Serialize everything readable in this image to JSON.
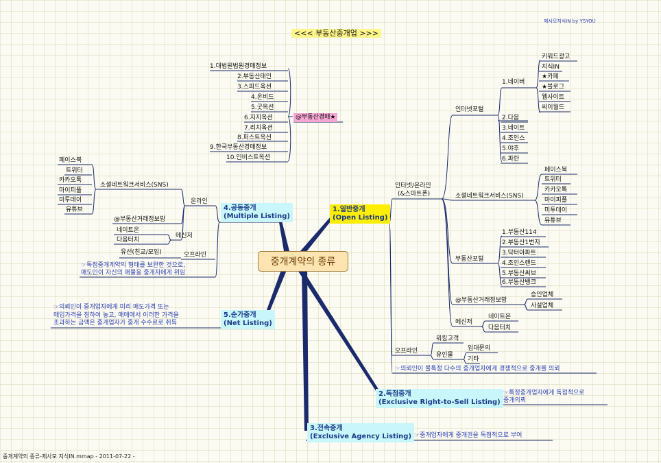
{
  "title": "<<< 부동산중개업 >>>",
  "credit": "제사모지식IN by YSYOU",
  "footer": "중개계약의 종류-제사모 지식IN.mmap - 2011-07-22 -",
  "center": "중개계약의 종류",
  "auction": {
    "hub": "@부동산경매★",
    "items": [
      "1.대법원법원경매정보",
      "2.부동산태인",
      "3.스피드옥션",
      "4.온비드",
      "5.굿옥션",
      "6.지지옥션",
      "7.리치옥션",
      "8.퍼스트옥션",
      "9.한국부동산경매정보",
      "10.인비스트옥션"
    ]
  },
  "open": {
    "label1": "1.일반중개",
    "label2": "(Open Listing)",
    "online": "인터넷/온라인",
    "online_sub": "(&스마트폰)",
    "portal": "인터넷포털",
    "naver": "1.네이버",
    "naver_items": [
      "키워드광고",
      "지식IN",
      "★카페",
      "★블로그",
      "웹사이트",
      "싸이월드"
    ],
    "portal_items": [
      "2.다음",
      "3.네이트",
      "4.조인스",
      "5.야후",
      "6.파란"
    ],
    "sns": "소셜네트워크서비스(SNS)",
    "sns_items": [
      "페이스북",
      "트위터",
      "카카오톡",
      "마이피플",
      "미투데이",
      "유튜브"
    ],
    "realty": "부동산포털",
    "realty_items": [
      "1.부동산114",
      "2.부동산1번지",
      "3.닥터아파트",
      "4.조인스랜드",
      "5.부동산써브",
      "6.부동산뱅크"
    ],
    "network": "@부동산거래정보망",
    "network_items": [
      "승인업체",
      "사설업체"
    ],
    "messenger": "메신저",
    "messenger_items": [
      "네이트온",
      "다음터치"
    ],
    "offline": "오프라인",
    "offline_a": "워킹고객",
    "offline_b": "유인물",
    "offline_b_items": [
      "임대문의",
      "기타"
    ],
    "note": "☞의뢰인이 불특정 다수의 중개업자에게 경쟁적으로 중개를 의뢰"
  },
  "exclusive_sell": {
    "label1": "2.독점중개",
    "label2": "(Exclusive Right-to-Sell Listing)",
    "note1": "☞특정중개업자에게 독점적으로",
    "note2": "중개의뢰"
  },
  "exclusive_agency": {
    "label1": "3.전속중개",
    "label2": "(Exclusive Agency Listing)",
    "note": "☞중개업자에게 중개권을 독점적으로 부여"
  },
  "multiple": {
    "label1": "4.공동중개",
    "label2": "(Multiple Listing)",
    "online": "온라인",
    "sns": "소셜네트워크서비스(SNS)",
    "sns_items": [
      "페이스북",
      "트위터",
      "카카오톡",
      "마이피플",
      "미투데이",
      "유튜브"
    ],
    "network": "@부동산거래정보망",
    "messenger": "메신저",
    "messenger_items": [
      "네이트온",
      "다음터치"
    ],
    "offline": "오프라인",
    "offline_item": "유선(친교/모임)",
    "note1": "☞독점중개계약의 형태를 보완한 것으로,",
    "note2": "매도인이 자신의 매물을 중개자에게 위임"
  },
  "net": {
    "label1": "5.순가중개",
    "label2": "(Net Listing)",
    "note1": "☞의뢰인이 중개업자에게 미리 매도가격 또는",
    "note2": "매입가격을 정하여 놓고, 매매에서 이러한 가격을",
    "note3": "초과하는 금액은 중개업자가 중개 수수료로 취득"
  },
  "colors": {
    "branch": "#1a2a6a",
    "open_hi": "#ffee00",
    "cyan_hi": "#c9f6fb",
    "pink_hi": "#f7a6d4",
    "title_hi": "#fff68a",
    "center_fill": "#fde4b0",
    "note": "#2b3fb5"
  }
}
